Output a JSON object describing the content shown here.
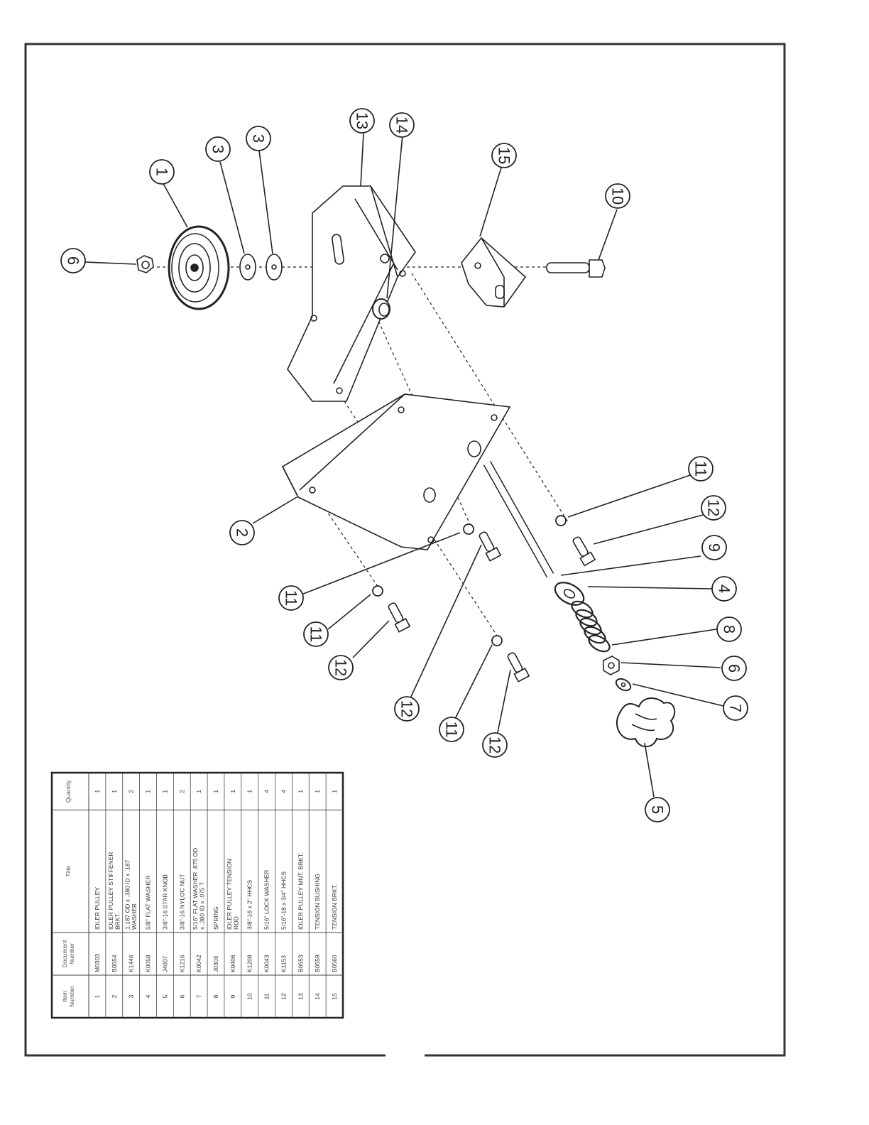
{
  "diagram": {
    "type": "exploded parts diagram",
    "callouts": [
      "1",
      "2",
      "3",
      "3",
      "4",
      "5",
      "6",
      "6",
      "7",
      "8",
      "9",
      "10",
      "11",
      "11",
      "11",
      "11",
      "12",
      "12",
      "12",
      "12",
      "13",
      "14",
      "15"
    ]
  },
  "parts_table": {
    "headers": {
      "item_number": [
        "Item",
        "Number"
      ],
      "document_number": [
        "Document",
        "Number"
      ],
      "title": "Title",
      "quantity": "Quantity"
    },
    "rows": [
      {
        "item": "1",
        "doc": "M0303",
        "title": [
          "IDLER PULLEY"
        ],
        "qty": "1"
      },
      {
        "item": "2",
        "doc": "B0554",
        "title": [
          "IDLER PULLEY STIFFENER",
          "BRKT."
        ],
        "qty": "1"
      },
      {
        "item": "3",
        "doc": "K1446",
        "title": [
          "1.187 OD x .380 ID x .187",
          "WASHER"
        ],
        "qty": "2"
      },
      {
        "item": "4",
        "doc": "K0058",
        "title": [
          "5/8\" FLAT WASHER"
        ],
        "qty": "1"
      },
      {
        "item": "5",
        "doc": "J4007",
        "title": [
          "3/8\"-16 STAR KNOB"
        ],
        "qty": "1"
      },
      {
        "item": "6",
        "doc": "K1216",
        "title": [
          "3/8\"-16 NYLOC NUT"
        ],
        "qty": "2"
      },
      {
        "item": "7",
        "doc": "K0042",
        "title": [
          "5/16\" FLAT WASHER .875 OD",
          "x .380 ID x .075 T"
        ],
        "qty": "1"
      },
      {
        "item": "8",
        "doc": "J0303",
        "title": [
          "SPRING"
        ],
        "qty": "1"
      },
      {
        "item": "9",
        "doc": "K0406",
        "title": [
          "IDLER PULLEY TENSION",
          "ROD"
        ],
        "qty": "1"
      },
      {
        "item": "10",
        "doc": "K1208",
        "title": [
          "3/8\"-16 x 2\" HHCS"
        ],
        "qty": "1"
      },
      {
        "item": "11",
        "doc": "K0043",
        "title": [
          "5/16\" LOCK WASHER"
        ],
        "qty": "4"
      },
      {
        "item": "12",
        "doc": "K1153",
        "title": [
          "5/16\"-18 x 3/4\" HHCS"
        ],
        "qty": "4"
      },
      {
        "item": "13",
        "doc": "B0553",
        "title": [
          "IDLER PULLEY MNT. BRKT."
        ],
        "qty": "1"
      },
      {
        "item": "14",
        "doc": "B0559",
        "title": [
          "TENSION BUSHING"
        ],
        "qty": "1"
      },
      {
        "item": "15",
        "doc": "B0560",
        "title": [
          "TENSION BRKT."
        ],
        "qty": "1"
      }
    ]
  }
}
